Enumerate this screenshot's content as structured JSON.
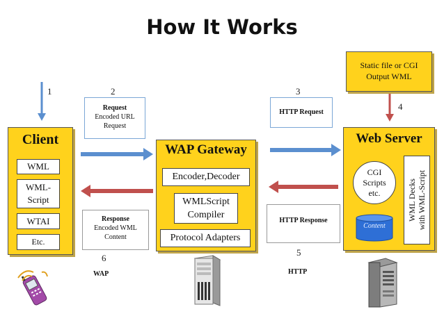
{
  "title": "How It Works",
  "colors": {
    "box_yellow": "#ffd21c",
    "arrow_blue": "#5b8fcf",
    "arrow_red": "#c0504d",
    "note_border": "#7aa6d6"
  },
  "client": {
    "heading": "Client",
    "items": [
      "WML",
      "WML-\nScript",
      "WTAI",
      "Etc."
    ]
  },
  "gateway": {
    "heading": "WAP Gateway",
    "items": [
      "Encoder,Decoder",
      "WMLScript\nCompiler",
      "Protocol Adapters"
    ]
  },
  "server": {
    "heading": "Web Server",
    "cgi": "CGI\nScripts\netc.",
    "content": "Content",
    "decks": "WML Decks\nwith WML-Script"
  },
  "static": "Static file or CGI\nOutput WML",
  "steps": {
    "s1": "1",
    "s2": "2",
    "s3": "3",
    "s4": "4",
    "s5": "5",
    "s6": "6",
    "request_title": "Request",
    "request_body": "Encoded URL\nRequest",
    "http_request": "HTTP Request",
    "response_title": "Response",
    "response_body": "Encoded WML\nContent",
    "http_response": "HTTP Response",
    "wap": "WAP",
    "http": "HTTP"
  },
  "icons": [
    "mobile-phone-icon",
    "gateway-server-icon",
    "web-server-icon"
  ]
}
